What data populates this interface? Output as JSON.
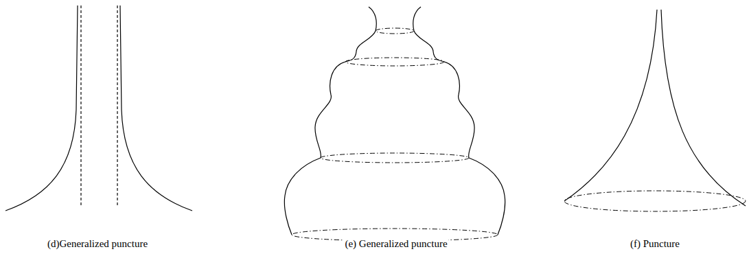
{
  "diagram": {
    "labels": [
      "(d)Generalized puncture",
      "(e) Generalized puncture",
      "(f) Puncture"
    ]
  }
}
